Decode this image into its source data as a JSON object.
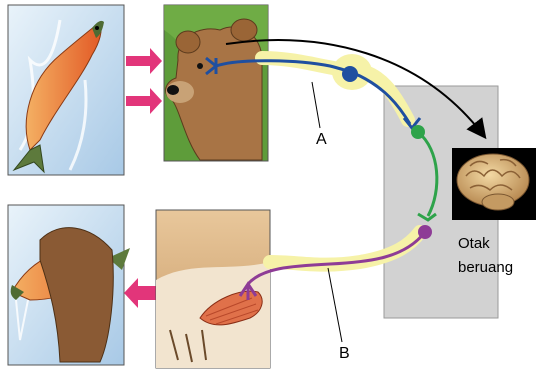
{
  "labels": {
    "a": "A",
    "b": "B",
    "brain_line1": "Otak",
    "brain_line2": "beruang"
  },
  "colors": {
    "sensory_neuron": "#1f4fa0",
    "interneuron": "#2ea34a",
    "motor_neuron": "#8e3c96",
    "nerve_sheath": "#f6f2a8",
    "spinal_box": "#d2d2d2",
    "arrow_pink": "#e2357a"
  }
}
